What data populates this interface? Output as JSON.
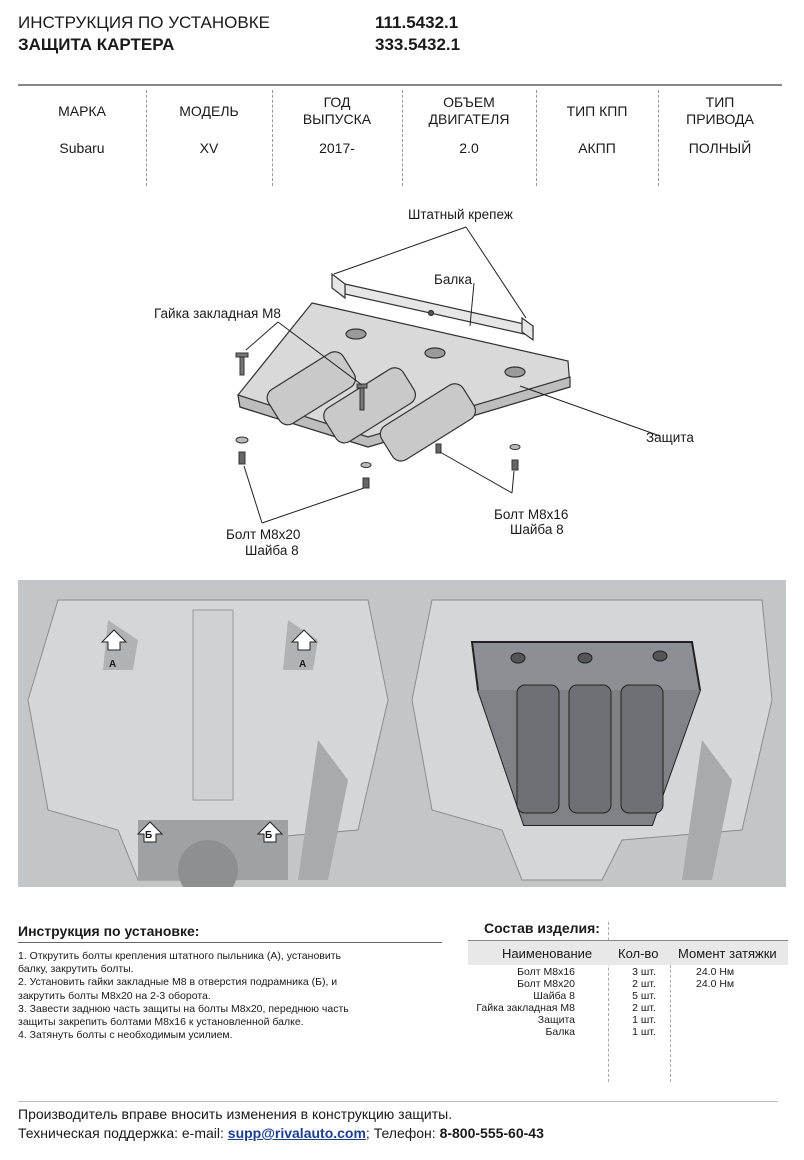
{
  "header": {
    "title_line1": "ИНСТРУКЦИЯ ПО УСТАНОВКЕ",
    "title_line2": "ЗАЩИТА КАРТЕРА",
    "code1": "111.5432.1",
    "code2": "333.5432.1"
  },
  "spec_table": {
    "columns": [
      {
        "header_line1": "МАРКА",
        "header_line2": "",
        "value": "Subaru"
      },
      {
        "header_line1": "МОДЕЛЬ",
        "header_line2": "",
        "value": "XV"
      },
      {
        "header_line1": "ГОД",
        "header_line2": "ВЫПУСКА",
        "value": "2017-"
      },
      {
        "header_line1": "ОБЪЕМ",
        "header_line2": "ДВИГАТЕЛЯ",
        "value": "2.0"
      },
      {
        "header_line1": "ТИП КПП",
        "header_line2": "",
        "value": "АКПП"
      },
      {
        "header_line1": "ТИП",
        "header_line2": "ПРИВОДА",
        "value": "ПОЛНЫЙ"
      }
    ]
  },
  "diagram": {
    "label_fasteners": "Штатный крепеж",
    "label_beam": "Балка",
    "label_nut": "Гайка закладная М8",
    "label_guard": "Защита",
    "label_bolt_m8x20": "Болт М8х20",
    "label_washer_1": "Шайба 8",
    "label_bolt_m8x16": "Болт М8х16",
    "label_washer_2": "Шайба 8"
  },
  "photos": {
    "marker_a": "А",
    "marker_b": "Б"
  },
  "instructions": {
    "title": "Инструкция по установке:",
    "lines": [
      "1. Открутить болты крепления штатного пыльника (А), установить",
      "балку, закрутить болты.",
      "2. Установить гайки закладные М8 в отверстия подрамника (Б), и",
      "закрутить болты М8х20 на 2-3 оборота.",
      "3. Завести заднюю часть защиты на болты М8х20, переднюю часть",
      "защиты закрепить болтами М8х16 к установленной балке.",
      "4. Затянуть болты с необходимым усилием."
    ]
  },
  "composition": {
    "title": "Состав изделия:",
    "col_name": "Наименование",
    "col_qty": "Кол-во",
    "col_torque": "Момент затяжки",
    "rows": [
      {
        "name": "Болт М8х16",
        "qty": "3 шт.",
        "torque": "24.0 Нм"
      },
      {
        "name": "Болт М8х20",
        "qty": "2 шт.",
        "torque": "24.0 Нм"
      },
      {
        "name": "Шайба 8",
        "qty": "5 шт.",
        "torque": ""
      },
      {
        "name": "Гайка закладная М8",
        "qty": "2 шт.",
        "torque": ""
      },
      {
        "name": "Защита",
        "qty": "1 шт.",
        "torque": ""
      },
      {
        "name": "Балка",
        "qty": "1 шт.",
        "torque": ""
      }
    ]
  },
  "footer": {
    "line1": "Производитель вправе вносить изменения в конструкцию защиты.",
    "support_prefix": "Техническая поддержка:  e-mail: ",
    "email": "supp@rivalauto.com",
    "phone_prefix": "; Телефон: ",
    "phone": "8-800-555-60-43"
  }
}
